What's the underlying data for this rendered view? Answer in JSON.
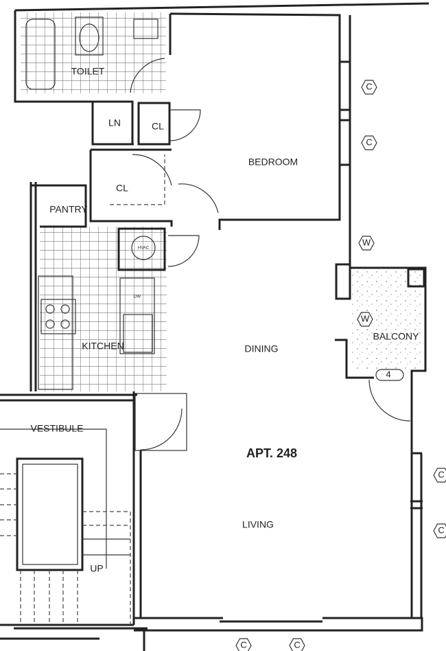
{
  "plan": {
    "unit_label": "APT. 248",
    "rooms": {
      "toilet": "TOILET",
      "linen": "LN",
      "closet_bedroom": "CL",
      "bedroom": "BEDROOM",
      "closet_hall": "CL",
      "pantry": "PANTRY",
      "hvac": "HVAC",
      "dishwasher": "DW",
      "kitchen": "KITCHEN",
      "dining": "DINING",
      "balcony": "BALCONY",
      "living": "LIVING",
      "vestibule": "VESTIBULE",
      "stairs_up": "UP"
    },
    "tags": {
      "c": "C",
      "w": "W",
      "door_4": "4"
    }
  }
}
